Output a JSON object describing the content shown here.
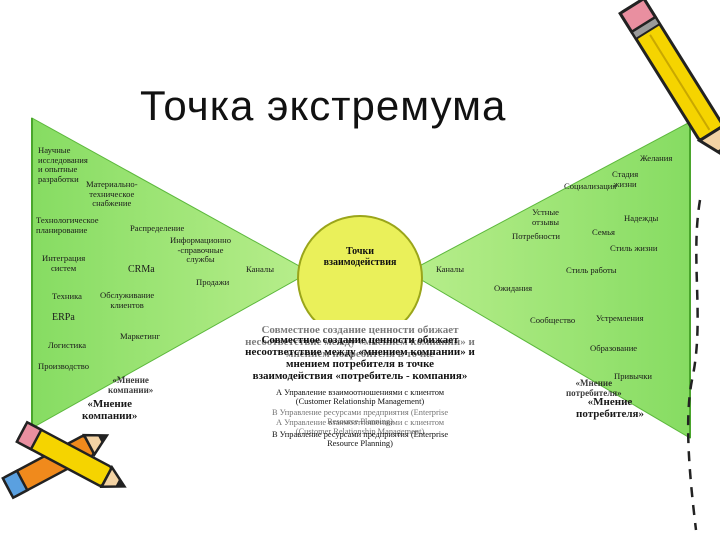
{
  "title": "Точка экстремума",
  "colors": {
    "wing_fill": "#8fe06e",
    "wing_edge": "#5cb83c",
    "circle_fill": "#eaf05a",
    "pencil_yellow": "#f5d400",
    "pencil_orange": "#f08a1c"
  },
  "center": {
    "label": "Точки\nвзаимодействия"
  },
  "left_items": [
    "Научные\nисследования\nи опытные\nразработки",
    "Материально-\nтехническое\nснабжение",
    "Технологическое\nпланирование",
    "Распределение",
    "Информационно\n-справочные\nслужбы",
    "Каналы",
    "Интеграция\nсистем",
    "CRMа",
    "Продажи",
    "Техника",
    "Обслуживание\nклиентов",
    "ERPа",
    "Маркетинг",
    "Логистика",
    "Производство"
  ],
  "left_opinion": "«Мнение\nкомпании»",
  "left_opinion_ghost": "«Мнение\nкомпании»",
  "right_items": [
    "Желания",
    "Стадия\nжизни",
    "Социализация",
    "Устные\nотзывы",
    "Потребности",
    "Надежды",
    "Семья",
    "Стиль жизни",
    "Каналы",
    "Стиль работы",
    "Ожидания",
    "Сообщество",
    "Устремления",
    "Образование",
    "Привычки"
  ],
  "right_opinion": "«Мнение\nпотребителя»",
  "right_opinion_ghost": "«Мнение\nпотребителя»",
  "bottom": {
    "heading": "Совместное создание ценности обижает\nнесоответствие между «мнением компании» и\nмнением потребителя в точке\nвзаимодействия «потребитель - компания»",
    "heading_ghost": "Совместное создание ценности обижает\nнесоответствие между «мнением компании» и\nмнением потребителя в точке",
    "line_a": "А Управление взаимоотношениями с клиентом\n(Customer Relationship Management)",
    "line_b": "В Управление ресурсами предприятия (Enterprise\nResource Planning)"
  }
}
